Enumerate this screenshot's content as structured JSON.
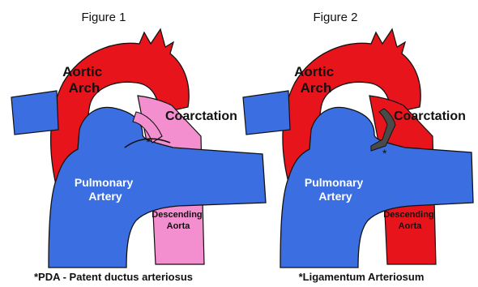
{
  "figures": [
    {
      "title": "Figure 1",
      "labels": {
        "aortic_arch": [
          "Aortic",
          "Arch"
        ],
        "coarctation": "Coarctation",
        "pulmonary_artery": [
          "Pulmonary",
          "Artery"
        ],
        "descending_aorta": [
          "Descending",
          "Aorta"
        ],
        "marker": "*"
      },
      "caption": "*PDA - Patent ductus arteriosus"
    },
    {
      "title": "Figure 2",
      "labels": {
        "aortic_arch": [
          "Aortic",
          "Arch"
        ],
        "coarctation": "Coarctation",
        "pulmonary_artery": [
          "Pulmonary",
          "Artery"
        ],
        "descending_aorta": [
          "Descending",
          "Aorta"
        ],
        "marker": "*"
      },
      "caption": "*Ligamentum Arteriosum"
    }
  ],
  "colors": {
    "aorta": "#e8141c",
    "pulmonary": "#3b6ee0",
    "pda": "#f48fcf",
    "ligamentum": "#4a4a4a",
    "outline": "#111111"
  }
}
